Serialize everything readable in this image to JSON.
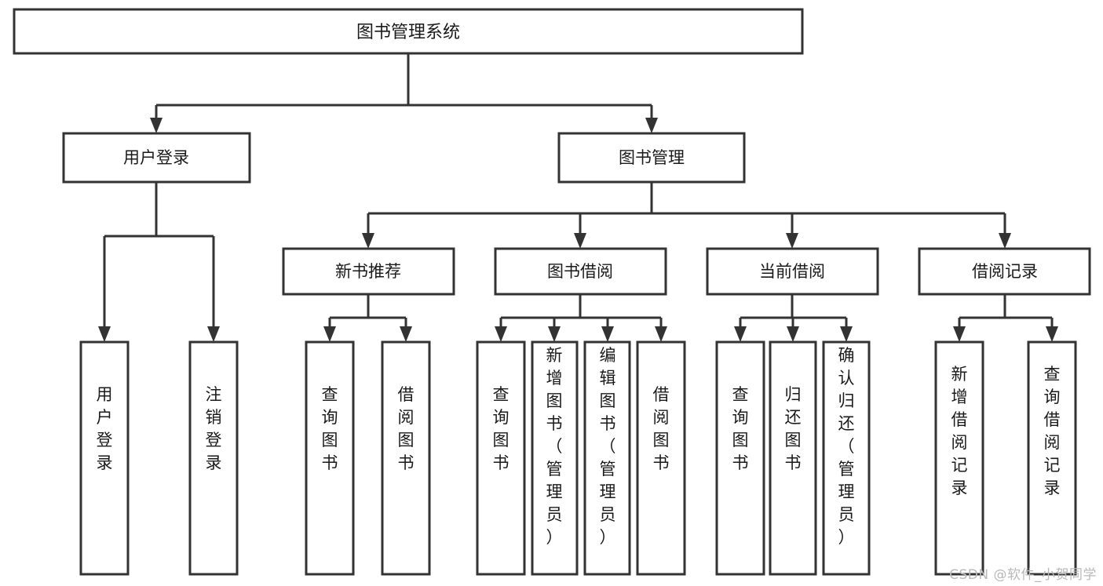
{
  "diagram": {
    "title": "图书管理系统",
    "type": "tree-hierarchy-chart",
    "watermark": "CSDN @软件_小贺同学",
    "colors": {
      "stroke": "#333333",
      "fill": "#ffffff",
      "text": "#1a1a1a",
      "watermark": "#b9b9b9"
    },
    "root": {
      "label": "图书管理系统"
    },
    "level2": [
      {
        "label": "用户登录"
      },
      {
        "label": "图书管理"
      }
    ],
    "level3": [
      {
        "label": "新书推荐"
      },
      {
        "label": "图书借阅"
      },
      {
        "label": "当前借阅"
      },
      {
        "label": "借阅记录"
      }
    ],
    "leaves": {
      "user_login": [
        {
          "label": "用户登录"
        },
        {
          "label": "注销登录"
        }
      ],
      "new_book_recommend": [
        {
          "label": "查询图书"
        },
        {
          "label": "借阅图书"
        }
      ],
      "book_borrow": [
        {
          "label": "查询图书"
        },
        {
          "label": "新增图书（管理员）"
        },
        {
          "label": "编辑图书（管理员）"
        },
        {
          "label": "借阅图书"
        }
      ],
      "current_borrow": [
        {
          "label": "查询图书"
        },
        {
          "label": "归还图书"
        },
        {
          "label": "确认归还（管理员）"
        }
      ],
      "borrow_record": [
        {
          "label": "新增借阅记录"
        },
        {
          "label": "查询借阅记录"
        }
      ]
    }
  }
}
